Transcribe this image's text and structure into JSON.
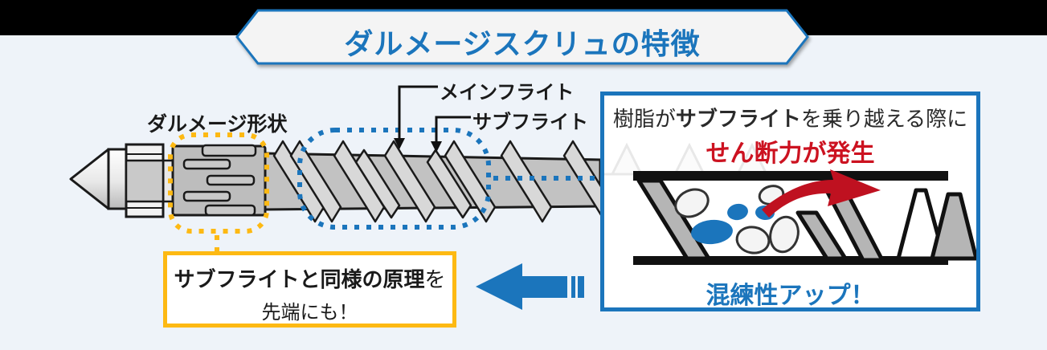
{
  "banner": {
    "title": "ダルメージスクリュの特徴"
  },
  "labels": {
    "dulmage_shape": "ダルメージ形状",
    "main_flight": "メインフライト",
    "sub_flight": "サブフライト"
  },
  "yellow_box": {
    "line1_bold": "サブフライトと同様の原理",
    "line1_suffix": "を",
    "line2": "先端にも！"
  },
  "right_panel": {
    "line1_prefix": "樹脂が",
    "line1_bold": "サブフライト",
    "line1_suffix": "を乗り越える際に",
    "shear_text": "せん断力が発生",
    "result_text": "混練性アップ！"
  },
  "colors": {
    "accent_blue": "#1b75bc",
    "alert_red": "#cc1220",
    "highlight_yellow": "#fdb913",
    "strip_black": "#000000",
    "background": "#eef3f9"
  }
}
